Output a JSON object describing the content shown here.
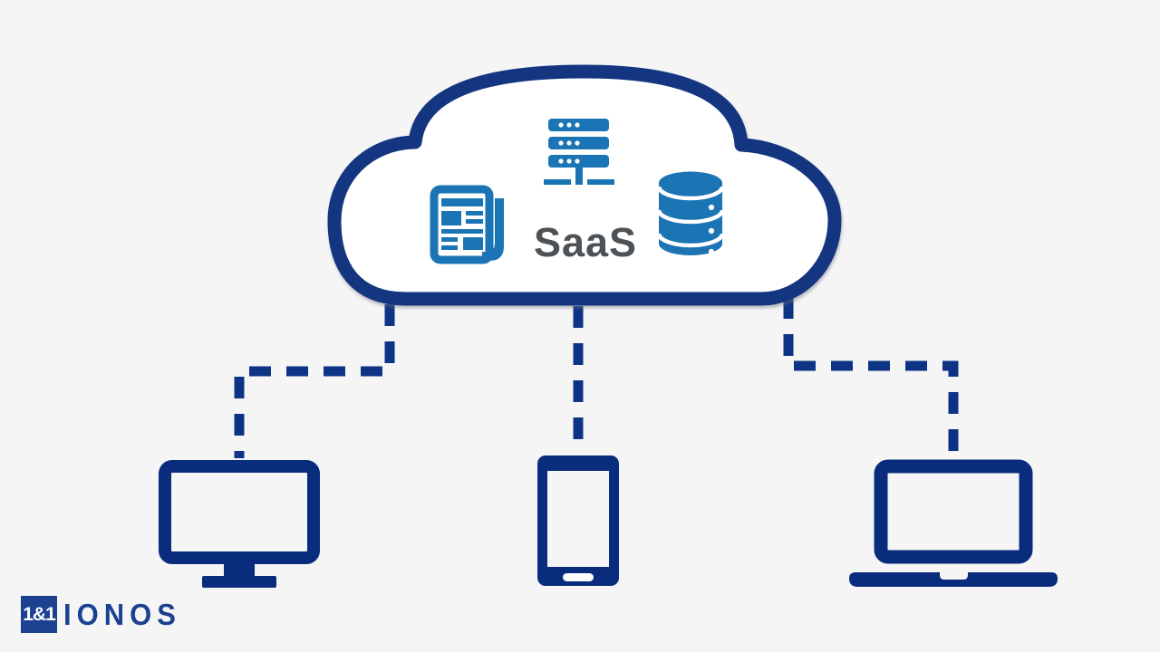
{
  "title": "SaaS cloud diagram",
  "colors": {
    "background": "#f5f5f6",
    "cloud-stroke": "#14357f",
    "icon-blue": "#1b74b4",
    "device-navy": "#0a2c7c",
    "dash-navy": "#0d3484",
    "label-gray": "#4d5257",
    "logo-blue": "#1d4191"
  },
  "cloud": {
    "label": "SaaS",
    "icons": [
      {
        "name": "server-icon"
      },
      {
        "name": "newspaper-icon"
      },
      {
        "name": "database-icon"
      }
    ]
  },
  "devices": [
    {
      "name": "desktop-monitor"
    },
    {
      "name": "smartphone"
    },
    {
      "name": "laptop"
    }
  ],
  "logo": {
    "mark": "1&1",
    "text": "IONOS"
  }
}
